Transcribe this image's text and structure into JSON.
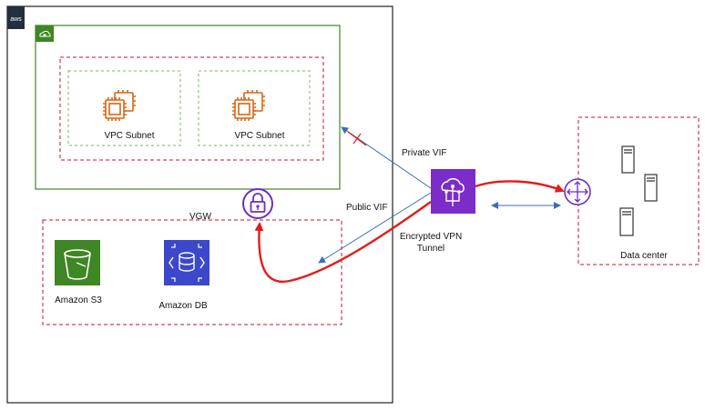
{
  "aws_cloud": {
    "badge_text": "aws"
  },
  "vpc": {
    "icon": "lock-cloud-icon"
  },
  "subnets": [
    {
      "label": "VPC Subnet",
      "icon": "ec2-instances-icon"
    },
    {
      "label": "VPC Subnet",
      "icon": "ec2-instances-icon"
    }
  ],
  "vgw": {
    "label": "VGW",
    "icon": "padlock-icon"
  },
  "services": [
    {
      "label": "Amazon S3",
      "icon": "s3-bucket-icon",
      "color": "#3F8624"
    },
    {
      "label": "Amazon DB",
      "icon": "database-icon",
      "color": "#3B48CC"
    }
  ],
  "direct_connect": {
    "icon": "direct-connect-icon",
    "color": "#7B2CC9"
  },
  "connections": {
    "private_vif": "Private VIF",
    "public_vif": "Public VIF",
    "vpn_line1": "Encrypted VPN",
    "vpn_line2": "Tunnel"
  },
  "data_center": {
    "label": "Data center",
    "router_icon": "router-icon",
    "server_icon": "server-icon"
  },
  "colors": {
    "vpc_border": "#3F8624",
    "dashed_red": "#C8102E",
    "dashed_green": "#7DB65A",
    "arrow_blue": "#3C6EB4",
    "vpn_red": "#E41B1B",
    "ec2_orange": "#D86613",
    "purple": "#6C2DC7"
  }
}
